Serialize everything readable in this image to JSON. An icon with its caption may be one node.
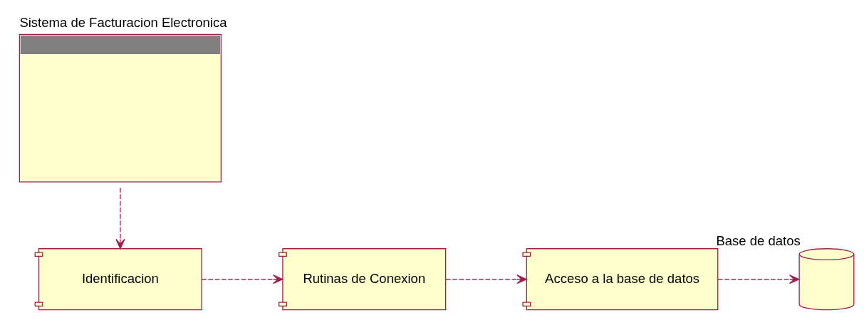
{
  "diagram": {
    "nodes": [
      {
        "text": [
          "Sistema de Facturacion Electronica"
        ]
      },
      {
        "text": [
          "Identificacion"
        ]
      },
      {
        "text": [
          "Rutinas de Conexion"
        ]
      },
      {
        "text": [
          "Acceso a la base de datos"
        ]
      },
      {
        "text": [],
        "shape": "cylinder",
        "beside": [
          "Base de datos"
        ]
      }
    ],
    "edges": [
      {
        "from": 0,
        "to": 1,
        "arrow": "to",
        "style": "dashed"
      },
      {
        "from": 1,
        "to": 2,
        "arrow": "to",
        "style": "dashed"
      },
      {
        "from": 2,
        "to": 3,
        "arrow": "to",
        "style": "dashed"
      },
      {
        "from": 3,
        "to": 4,
        "arrow": "to",
        "style": "dashed"
      }
    ]
  }
}
